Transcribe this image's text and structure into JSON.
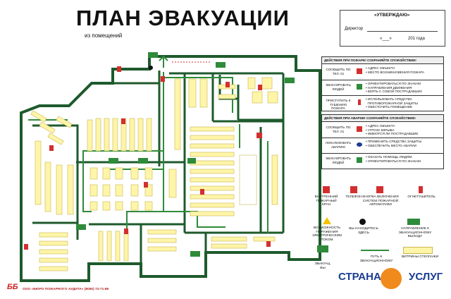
{
  "header": {
    "title": "ПЛАН ЭВАКУАЦИИ",
    "subtitle": "из помещений"
  },
  "approval": {
    "heading": "«УТВЕРЖДАЮ»",
    "director": "Директор",
    "date_line": "«___»",
    "year": "201   года"
  },
  "fire_panel": {
    "heading": "ДЕЙСТВИЯ ПРИ ПОЖАРЕ! СОХРАНЯЙТЕ СПОКОЙСТВИЕ!",
    "rows": [
      {
        "label": "СООБЩИТЬ\nПО ТЕЛ. 01",
        "text": "• АДРЕС ОБЪЕКТА\n• МЕСТО ВОЗНИКНОВЕНИЯ ПОЖАРА",
        "icon": "phone-icon"
      },
      {
        "label": "ЭВАКУИРОВАТЬ\nЛЮДЕЙ",
        "text": "• ОРИЕНТИРОВАТЬСЯ ПО ЗНАКАМ\n• НАПРАВЛЕНИЯ ДВИЖЕНИЯ\n• ВЗЯТЬ С СОБОЙ ПОСТРАДАВШИХ",
        "icon": "exit-icon"
      },
      {
        "label": "ПРИСТУПИТЬ К\nТУШЕНИЮ ПОЖАРА",
        "text": "• ИСПОЛЬЗОВАТЬ СРЕДСТВА\n  ПРОТИВОПОЖАРНОЙ ЗАЩИТЫ\n• ОБЕСТОЧИТЬ ПОМЕЩЕНИЕ",
        "icon": "extinguisher-icon"
      }
    ]
  },
  "accident_panel": {
    "heading": "ДЕЙСТВИЯ ПРИ АВАРИИ! СОХРАНЯЙТЕ СПОКОЙСТВИЕ!",
    "rows": [
      {
        "label": "СООБЩИТЬ\nПО ТЕЛ. 01",
        "text": "• АДРЕС ОБЪЕКТА\n• УГРОЗУ ВЗРЫВА\n• ИМЕЮТСЯ ЛИ ПОСТРАДАВШИЕ",
        "icon": "phone-icon"
      },
      {
        "label": "ЛОКАЛИЗОВАТЬ\nАВАРИЮ",
        "text": "• ПРИМЕНИТЬ СРЕДСТВА ЗАЩИТЫ\n• ОБЕСПЕЧИТЬ МЕСТО АВАРИИ",
        "icon": "mask-icon"
      },
      {
        "label": "ЭВАКУИРОВАТЬ\nЛЮДЕЙ",
        "text": "• ОКАЗАТЬ ПОМОЩЬ ЛЮДЯМ\n• ОРИЕНТИРОВАТЬСЯ ПО ЗНАКАМ",
        "icon": "exit-icon"
      }
    ]
  },
  "legend": [
    {
      "label": "ВНУТРЕННИЙ\nПОЖАРНЫЙ\nКРАН",
      "icon": "fire-hydrant-icon",
      "color": "#d32f2f"
    },
    {
      "label": "ТЕЛЕФОН",
      "icon": "phone-icon",
      "color": "#d32f2f"
    },
    {
      "label": "КНОПКА ВКЛЮЧЕНИЯ\nСИСТЕМ ПОЖАРНОЙ\nАВТОМАТИКИ",
      "icon": "fire-button-icon",
      "color": "#d32f2f"
    },
    {
      "label": "ОГНЕТУШИТЕЛЬ",
      "icon": "extinguisher-icon",
      "color": "#d32f2f"
    },
    {
      "label": "ВОЗМОЖНОСТЬ\nПОРАЖЕНИЯ\nЭЛЕКТРИЧЕСКИМ\nТОКОМ",
      "icon": "high-voltage-icon",
      "color": "#f5c400"
    },
    {
      "label": "ВЫ НАХОДИТЕСЬ\nЗДЕСЬ",
      "icon": "you-are-here-icon",
      "color": "#111111"
    },
    {
      "label": "НАПРАВЛЕНИЕ К\nЭВАКУАЦИОННОМУ\nВЫХОДУ",
      "icon": "evacuation-exit-icon",
      "color": "#2e8b3a"
    },
    {
      "label": "ЭВАКУАЦ.\nВЫ",
      "icon": "evac-exit-sign-icon",
      "color": "#2e8b3a"
    },
    {
      "label": "ПУТЬ К\nЭВАКУАЦИОННОМУ",
      "icon": "evac-path-icon",
      "color": "#2e8b3a"
    },
    {
      "label": "ВИТРИНЫ СТЕЛЛАЖИ",
      "icon": "shelves-icon",
      "color": "#fff5a8"
    }
  ],
  "footer": {
    "logo": "ББ",
    "text": "ООО «БЮРО ПОЖАРНОГО АУДИТА»  (8050) 73-71-86"
  },
  "badge": {
    "left": "СТРАНА",
    "right": "УСЛУГ"
  },
  "colors": {
    "wall": "#1e5a2c",
    "floor": "#ffffff",
    "shelf": "#fff5a8",
    "path": "#2e8b3a",
    "red": "#d32f2f"
  }
}
